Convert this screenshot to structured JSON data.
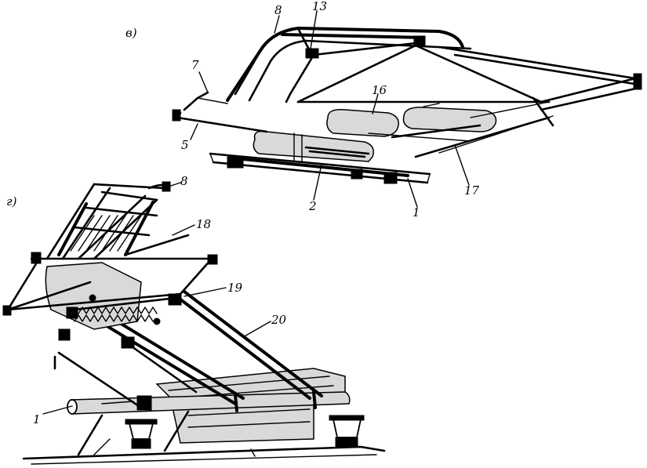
{
  "figure_v": {
    "panel_label": "в)",
    "callouts": [
      "8",
      "13",
      "7",
      "16",
      "5",
      "2",
      "1",
      "17"
    ]
  },
  "figure_g": {
    "panel_label": "г)",
    "callouts": [
      "8",
      "18",
      "19",
      "20",
      "1"
    ]
  }
}
